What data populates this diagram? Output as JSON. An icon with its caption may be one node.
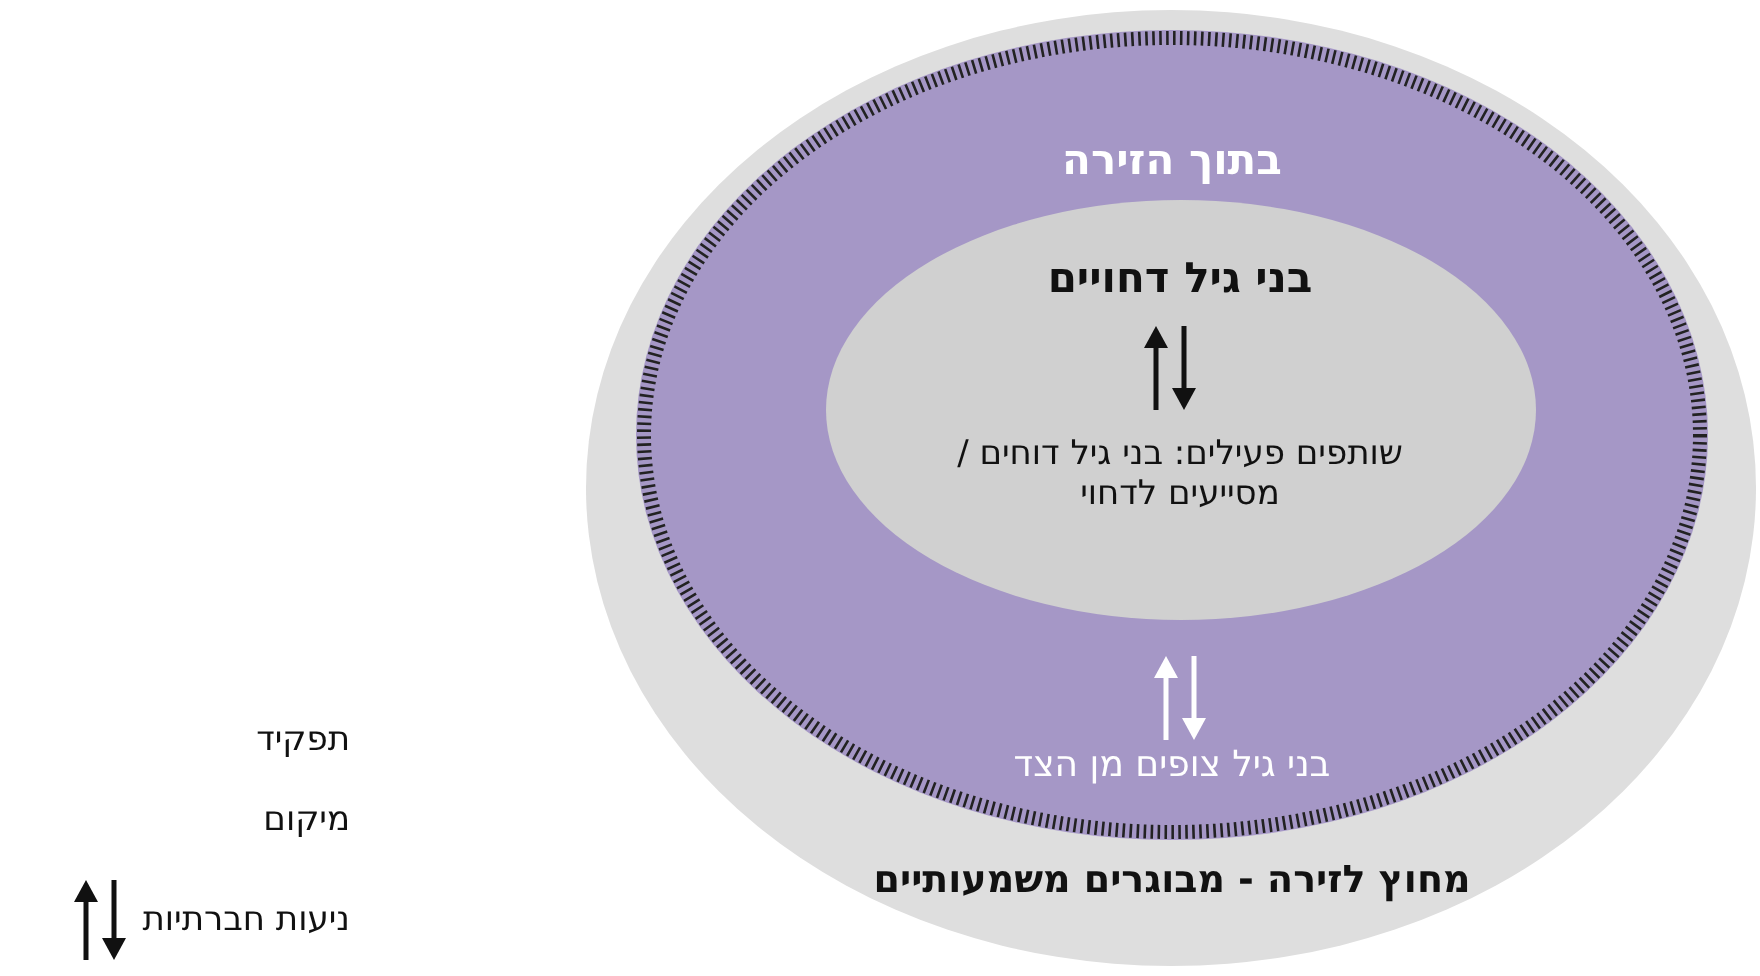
{
  "diagram": {
    "nodes": [
      {
        "text": [
          "מחוץ לזירה - מבוגרים משמעותיים"
        ]
      },
      {
        "text": [
          "בתוך הזירה",
          "בני גיל צופים מן הצד"
        ],
        "in": 0
      },
      {
        "text": [
          "בני גיל דחויים",
          "שותפים פעילים: בני גיל דוחים / מסייעים לדחוי"
        ],
        "in": 1
      }
    ],
    "legend": [
      {
        "text": "תפקיד"
      },
      {
        "text": "מיקום"
      },
      {
        "text": "ניעות חברתיות"
      }
    ]
  }
}
